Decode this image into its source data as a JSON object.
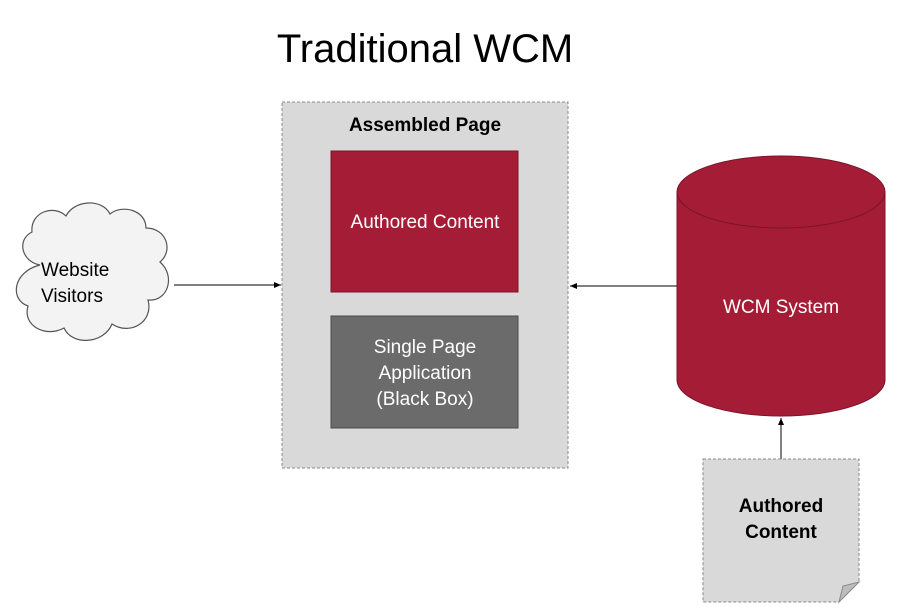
{
  "title": "Traditional WCM",
  "assembled_page": {
    "label": "Assembled Page",
    "authored_content": "Authored Content",
    "spa_lines": [
      "Single Page",
      "Application",
      "(Black Box)"
    ]
  },
  "visitors": {
    "lines": [
      "Website",
      "Visitors"
    ]
  },
  "wcm_system": {
    "label": "WCM System"
  },
  "authored_doc": {
    "lines": [
      "Authored",
      "Content"
    ]
  },
  "colors": {
    "accent": "#a51c36",
    "spa_box": "#6b6b6b",
    "container": "#d9d9d9",
    "doc": "#d9d9d9",
    "cloud_fill": "#f3f3f3"
  }
}
